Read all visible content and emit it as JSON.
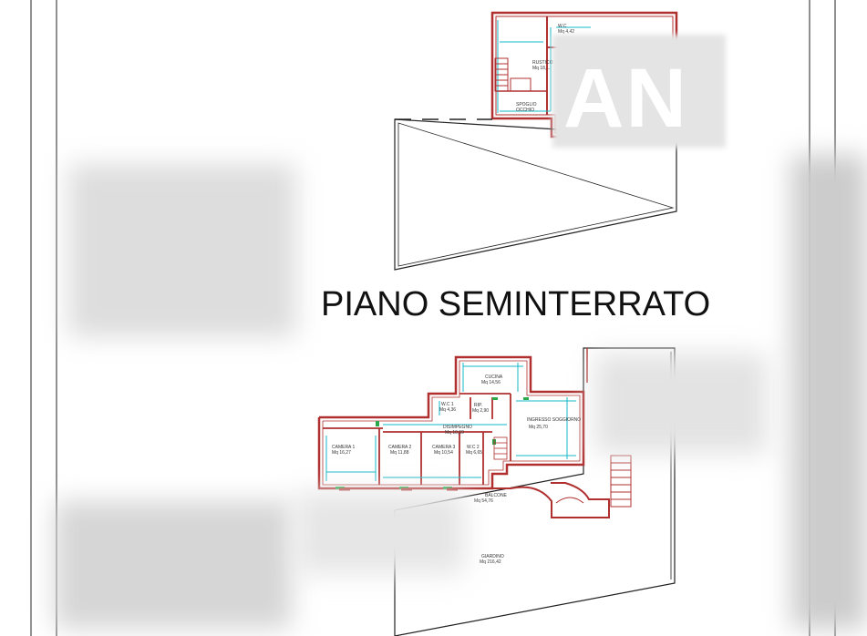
{
  "title": "PIANO SEMINTERRATO",
  "watermark": "AN",
  "upper_rooms": [
    {
      "name": "W.C",
      "area": "Mq 4,42"
    },
    {
      "name": "RUSTICO",
      "area": "Mq 18,..."
    },
    {
      "name": "SPOGLIO",
      "area": "OCCHIO"
    }
  ],
  "lower_rooms": {
    "cucina": {
      "name": "CUCINA",
      "area": "Mq 14,56"
    },
    "wc1": {
      "name": "W.C 1",
      "area": "Mq 4,36"
    },
    "rip": {
      "name": "RIP.",
      "area": "Mq 2,90"
    },
    "disimpegno": {
      "name": "DISIMPEGNO",
      "area": "Mq 10,69"
    },
    "ingresso": {
      "name": "INGRESSO SOGGIORNO",
      "area": "Mq 25,70"
    },
    "camera1": {
      "name": "CAMERA 1",
      "area": "Mq 16,27"
    },
    "camera2": {
      "name": "CAMERA 2",
      "area": "Mq 11,88"
    },
    "camera3": {
      "name": "CAMERA 3",
      "area": "Mq 10,54"
    },
    "wc2": {
      "name": "W.C 2",
      "area": "Mq 6,65"
    },
    "balcone": {
      "name": "BALCONE",
      "area": "Mq 54,76"
    },
    "giardino": {
      "name": "GIARDINO",
      "area": "Mq 216,42"
    }
  },
  "colors": {
    "wall": "#b03030",
    "dimension": "#16b8c8",
    "outline": "#222222",
    "title": "#111111"
  }
}
